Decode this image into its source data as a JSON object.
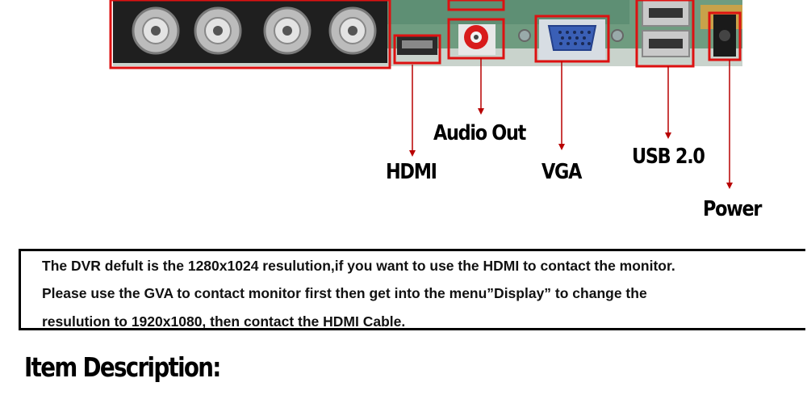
{
  "labels": {
    "hdmi": "HDMI",
    "audio_out": "Audio Out",
    "vga": "VGA",
    "usb": "USB 2.0",
    "power": "Power"
  },
  "note": {
    "line1": "The DVR defult is the 1280x1024 resulution,if you want to use the HDMI to contact the monitor.",
    "line2": "Please use the GVA to contact monitor first then get into the menu”Display” to change the",
    "line3": "resulution to 1920x1080, then contact the HDMI Cable."
  },
  "heading": "Item Description:",
  "colors": {
    "highlight_red": "#dd1111",
    "arrow_red": "#b80000",
    "board_green": "#5e8f74",
    "vga_blue": "#3a5fb6"
  }
}
